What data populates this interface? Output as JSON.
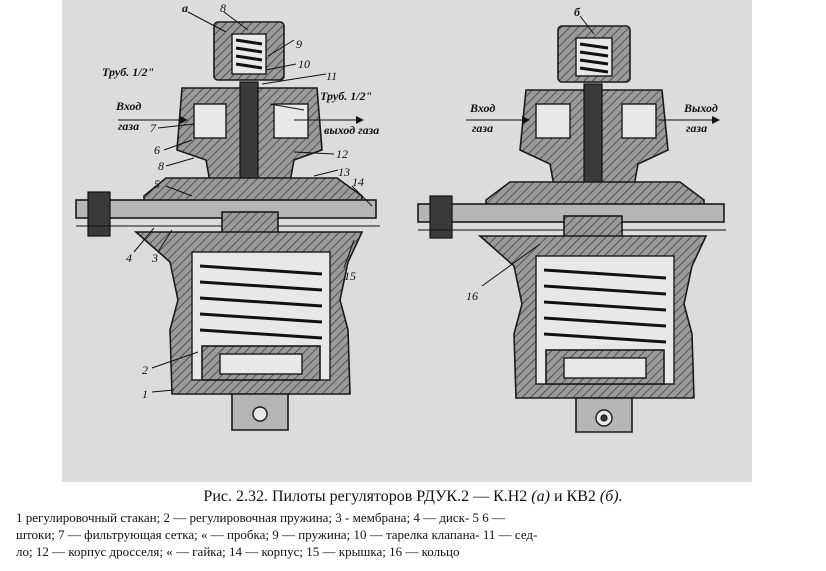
{
  "caption": {
    "prefix": "Рис. 2.32. Пилоты регуляторов РДУК.2 — К.Н2",
    "mark_a": "(а)",
    "and": "и КВ2",
    "mark_b": "(б)."
  },
  "legend": {
    "line1": "1  регулировочный стакан; 2 — регулировочная пружина; 3 - мембрана; 4 — диск- 5 6 —",
    "line2": "штоки; 7 — фильтрующая сетка; « — пробка; 9 — пружина; 10 — тарелка клапана- 11 — сед-",
    "line3": "ло; 12 — корпус дросселя; « — гайка; 14 — корпус; 15 — крышка; 16 — кольцо"
  },
  "labels_a": {
    "view": "а",
    "pipe_in": "Труб. 1/2\"",
    "pipe_out": "Труб. 1/2\"",
    "gas_in_1": "Вход",
    "gas_in_2": "газа",
    "gas_out": "выход газа",
    "n1": "1",
    "n2": "2",
    "n3": "3",
    "n4": "4",
    "n5": "5",
    "n6": "6",
    "n7": "7",
    "n8": "8",
    "n9": "9",
    "n10": "10",
    "n11": "11",
    "n12": "12",
    "n13": "13",
    "n14": "14",
    "n15": "15"
  },
  "labels_b": {
    "view": "б",
    "gas_in_1": "Вход",
    "gas_in_2": "газа",
    "gas_out_1": "Выход",
    "gas_out_2": "газа",
    "n16": "16"
  },
  "colors": {
    "background": "#dcdcdc",
    "metal": "#b5b5b5",
    "ink": "#111111"
  }
}
